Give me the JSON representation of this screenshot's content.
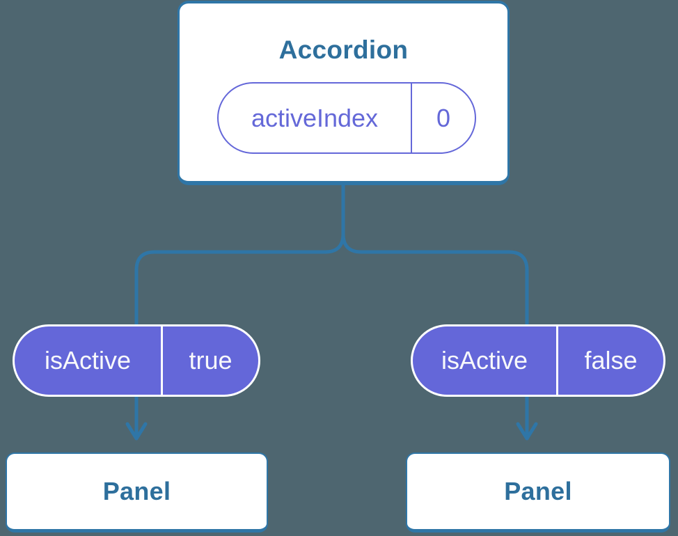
{
  "tree": {
    "root": {
      "title": "Accordion",
      "state": {
        "name": "activeIndex",
        "value": "0"
      }
    },
    "children": [
      {
        "prop": {
          "name": "isActive",
          "value": "true"
        },
        "title": "Panel"
      },
      {
        "prop": {
          "name": "isActive",
          "value": "false"
        },
        "title": "Panel"
      }
    ]
  },
  "colors": {
    "bg": "#4E6670",
    "line": "#2F76A7",
    "text": "#2E6F9C",
    "purple": "#6467D9",
    "purpleText": "#6468D8",
    "whiteText": "#F8F9FB",
    "boxBg": "#FFFFFF"
  }
}
